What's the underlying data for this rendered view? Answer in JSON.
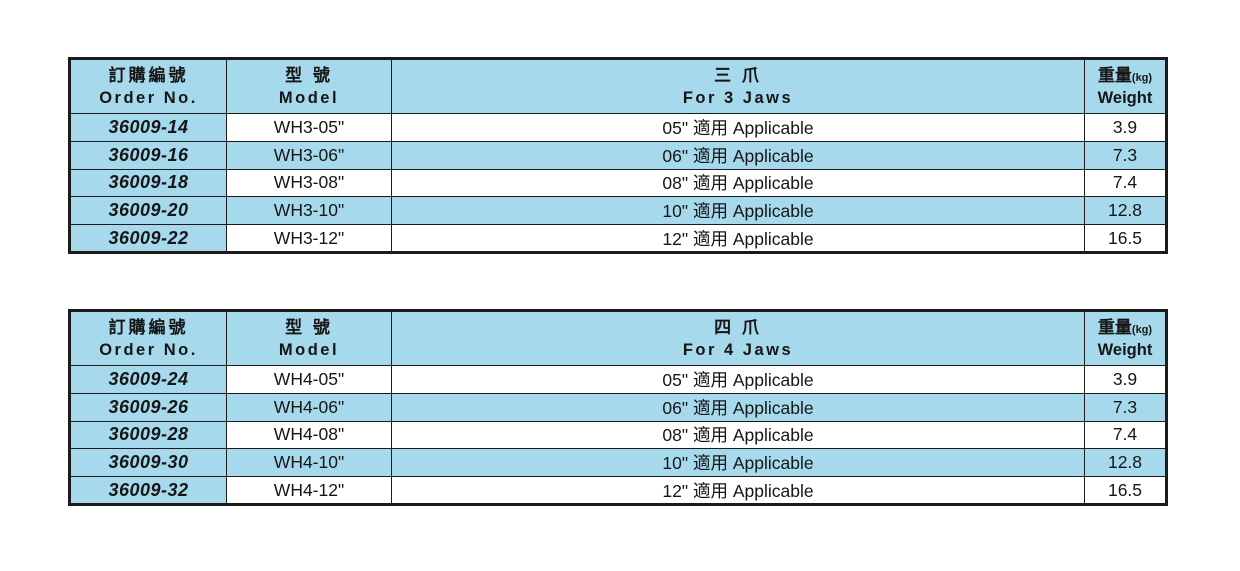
{
  "colors": {
    "table_blue": "#a6d9ec",
    "border_color": "#1b1b1b",
    "text_color": "#161616"
  },
  "tables": [
    {
      "header": {
        "order_no_zh": "訂購編號",
        "order_no_en": "Order No.",
        "model_zh": "型 號",
        "model_en": "Model",
        "jaws_zh": "三 爪",
        "jaws_en": "For 3 Jaws",
        "weight_zh": "重量",
        "weight_unit": "(kg)",
        "weight_en": "Weight"
      },
      "rows": [
        {
          "order_no": "36009-14",
          "model": "WH3-05\"",
          "applicable": "05\" 適用 Applicable",
          "weight": "3.9"
        },
        {
          "order_no": "36009-16",
          "model": "WH3-06\"",
          "applicable": "06\" 適用 Applicable",
          "weight": "7.3"
        },
        {
          "order_no": "36009-18",
          "model": "WH3-08\"",
          "applicable": "08\" 適用 Applicable",
          "weight": "7.4"
        },
        {
          "order_no": "36009-20",
          "model": "WH3-10\"",
          "applicable": "10\" 適用 Applicable",
          "weight": "12.8"
        },
        {
          "order_no": "36009-22",
          "model": "WH3-12\"",
          "applicable": "12\" 適用 Applicable",
          "weight": "16.5"
        }
      ]
    },
    {
      "header": {
        "order_no_zh": "訂購編號",
        "order_no_en": "Order No.",
        "model_zh": "型 號",
        "model_en": "Model",
        "jaws_zh": "四 爪",
        "jaws_en": "For 4 Jaws",
        "weight_zh": "重量",
        "weight_unit": "(kg)",
        "weight_en": "Weight"
      },
      "rows": [
        {
          "order_no": "36009-24",
          "model": "WH4-05\"",
          "applicable": "05\" 適用 Applicable",
          "weight": "3.9"
        },
        {
          "order_no": "36009-26",
          "model": "WH4-06\"",
          "applicable": "06\" 適用 Applicable",
          "weight": "7.3"
        },
        {
          "order_no": "36009-28",
          "model": "WH4-08\"",
          "applicable": "08\" 適用 Applicable",
          "weight": "7.4"
        },
        {
          "order_no": "36009-30",
          "model": "WH4-10\"",
          "applicable": "10\" 適用 Applicable",
          "weight": "12.8"
        },
        {
          "order_no": "36009-32",
          "model": "WH4-12\"",
          "applicable": "12\" 適用 Applicable",
          "weight": "16.5"
        }
      ]
    }
  ]
}
